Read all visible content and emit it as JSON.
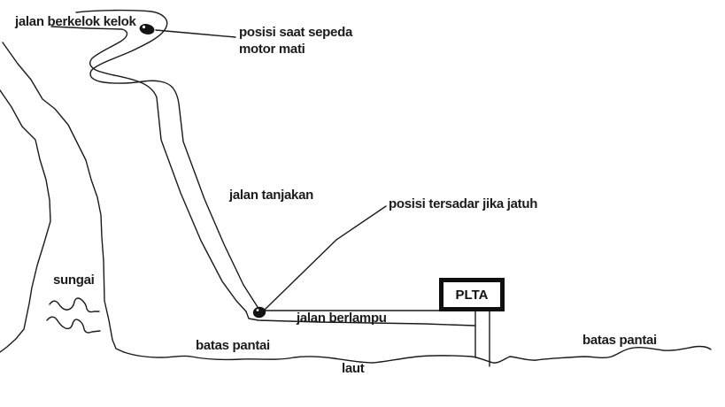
{
  "labels": {
    "winding_road": "jalan berkelok kelok",
    "motor_dead": "posisi saat sepeda\nmotor mati",
    "uphill_road": "jalan tanjakan",
    "wake_if_fall": "posisi tersadar jika jatuh",
    "river": "sungai",
    "lit_road": "jalan berlampu",
    "power_plant": "PLTA",
    "beach_boundary_left": "batas pantai",
    "beach_boundary_right": "batas pantai",
    "sea": "laut"
  },
  "colors": {
    "ink": "#1a1a1a",
    "background": "#ffffff"
  }
}
